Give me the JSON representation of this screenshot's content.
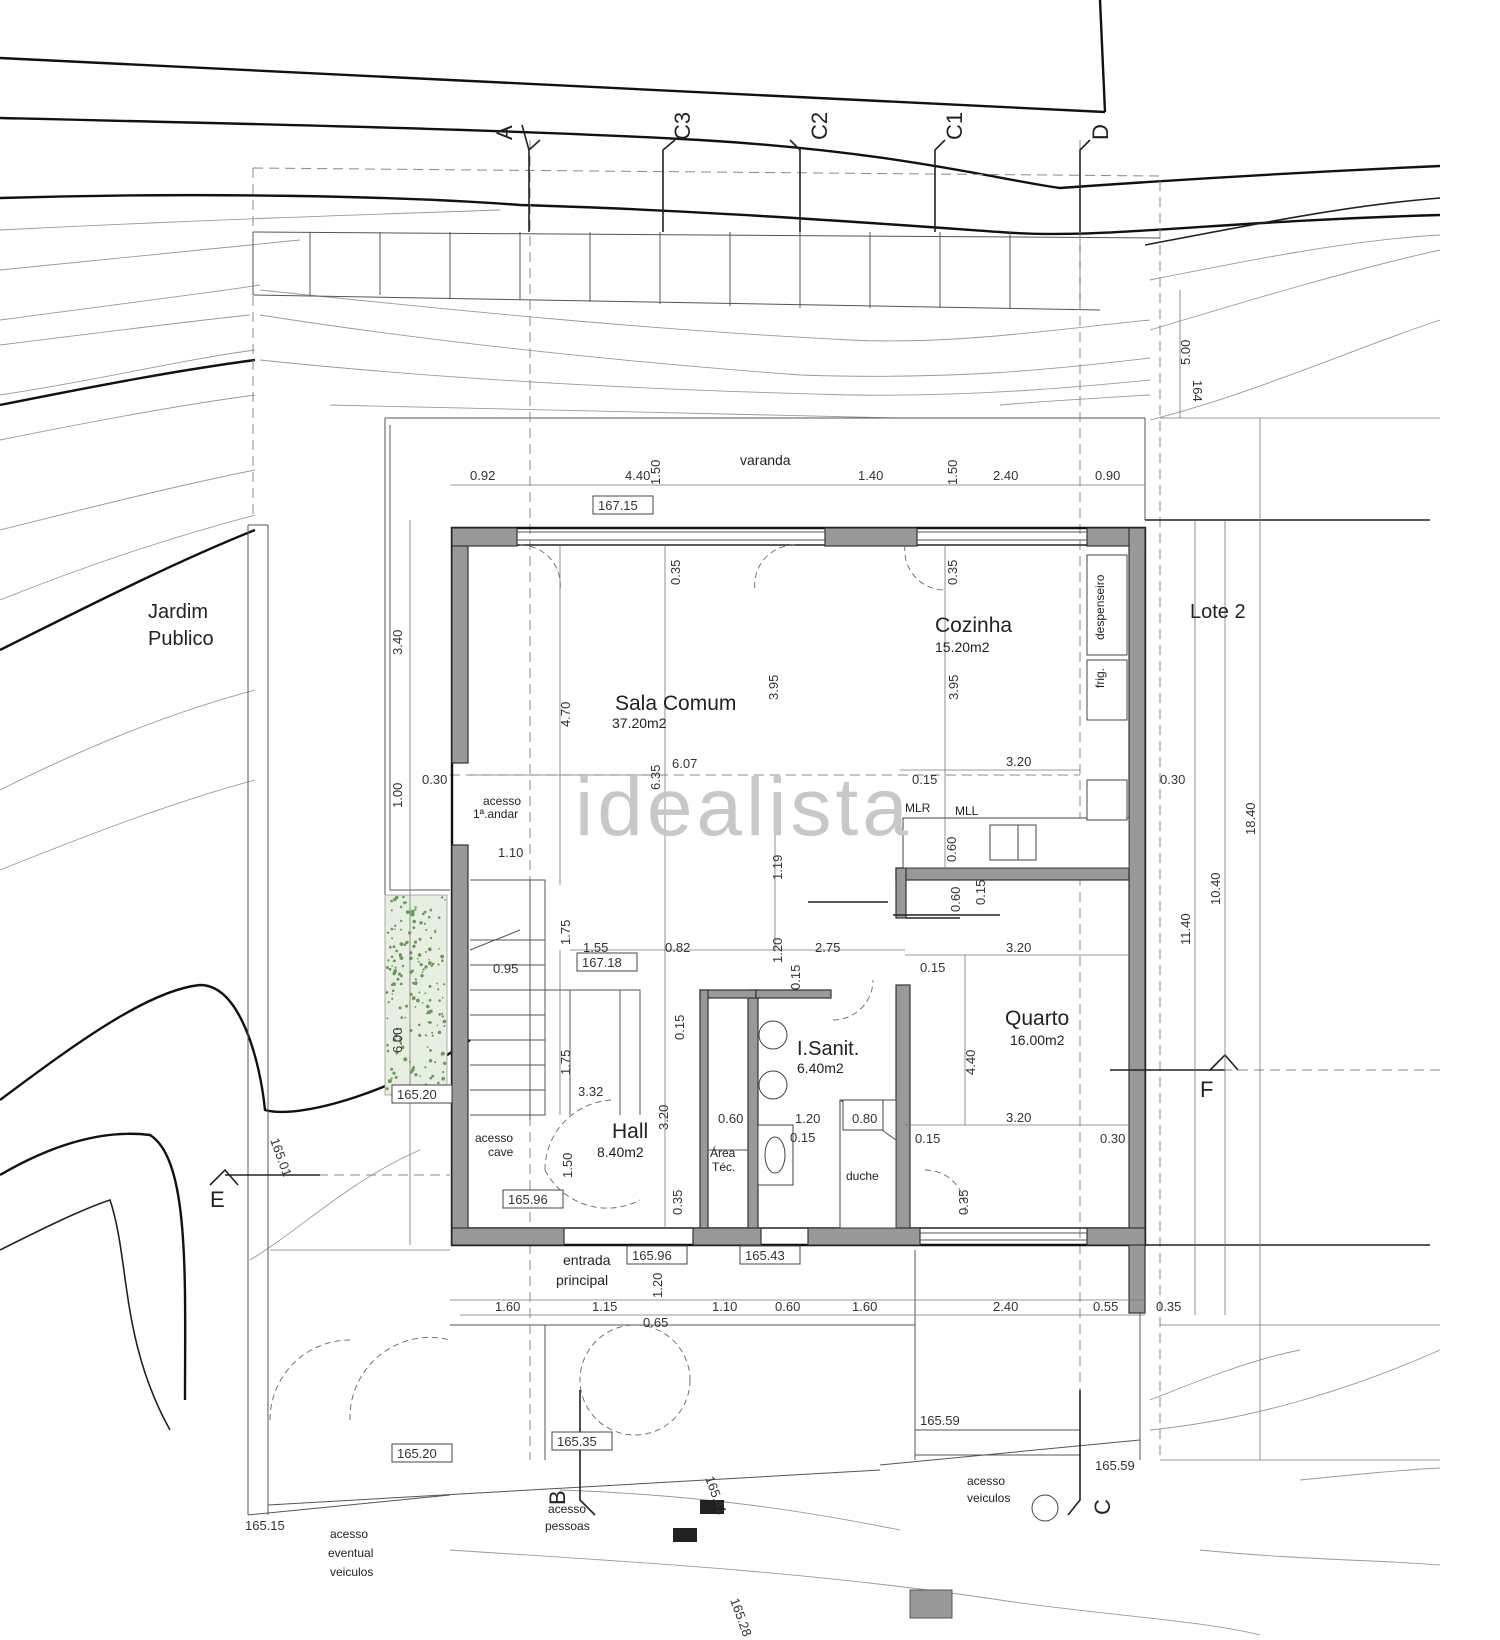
{
  "watermark": "idealista",
  "rooms": {
    "sala": {
      "name": "Sala Comum",
      "area": "37.20m2"
    },
    "cozinha": {
      "name": "Cozinha",
      "area": "15.20m2"
    },
    "quarto": {
      "name": "Quarto",
      "area": "16.00m2"
    },
    "isanit": {
      "name": "I.Sanit.",
      "area": "6.40m2"
    },
    "hall": {
      "name": "Hall",
      "area": "8.40m2"
    }
  },
  "labels": {
    "jardim_1": "Jardim",
    "jardim_2": "Publico",
    "lote": "Lote 2",
    "varanda": "varanda",
    "despenseiro": "despenseiro",
    "frig": "frig.",
    "mlr": "MLR",
    "mll": "MLL",
    "acesso_andar_1": "acesso",
    "acesso_andar_2": "1ª.andar",
    "acesso_cave_1": "acesso",
    "acesso_cave_2": "cave",
    "area_tec_1": "Área",
    "area_tec_2": "Téc.",
    "duche": "duche",
    "entrada_1": "entrada",
    "entrada_2": "principal",
    "acesso_veiculos_1": "acesso",
    "acesso_veiculos_2": "veiculos",
    "acesso_pessoas_1": "acesso",
    "acesso_pessoas_2": "pessoas",
    "acesso_eventual_1": "acesso",
    "acesso_eventual_2": "eventual",
    "acesso_eventual_3": "veiculos"
  },
  "sections": {
    "a": "A",
    "c3": "C3",
    "c2": "C2",
    "c1": "C1",
    "d": "D",
    "e": "E",
    "f": "F",
    "b": "B",
    "c": "C"
  },
  "levels": {
    "l1": "167.15",
    "l2": "167.18",
    "l3": "165.96",
    "l4": "165.96",
    "l5": "165.43",
    "l6": "165.20",
    "l7": "165.20",
    "l8": "165.35",
    "l9": "165.59",
    "l10": "165.59",
    "l11": "165.15",
    "l12": "165.01",
    "l13": "165.41",
    "l14": "165.28",
    "l15": "164"
  },
  "dims": {
    "d092": "0.92",
    "d440": "4.40",
    "d150a": "1.50",
    "d140": "1.40",
    "d150b": "1.50",
    "d240a": "2.40",
    "d090": "0.90",
    "d035a": "0.35",
    "d035b": "0.35",
    "d340": "3.40",
    "d470": "4.70",
    "d395a": "3.95",
    "d395b": "3.95",
    "d635": "6.35",
    "d607": "6.07",
    "d015a": "0.15",
    "d320a": "3.20",
    "d030a": "0.30",
    "d100": "1.00",
    "d110a": "1.10",
    "d119": "1.19",
    "d060a": "0.60",
    "d015b": "0.15",
    "d060b": "0.60",
    "d175a": "1.75",
    "d155": "1.55",
    "d082": "0.82",
    "d120a": "1.20",
    "d275": "2.75",
    "d320b": "3.20",
    "d095": "0.95",
    "d015c": "0.15",
    "d015d": "0.15",
    "d015e": "0.15",
    "d600": "6.00",
    "d175b": "1.75",
    "d332": "3.32",
    "d440b": "4.40",
    "d060c": "0.60",
    "d120b": "1.20",
    "d080": "0.80",
    "d320c": "3.20",
    "d015f": "0.15",
    "d030b": "0.30",
    "d320d": "3.20",
    "d015g": "0.15",
    "d150c": "1.50",
    "d035c": "0.35",
    "d035d": "0.35",
    "d120c": "1.20",
    "d160a": "1.60",
    "d115": "1.15",
    "d065": "0.65",
    "d110b": "1.10",
    "d060d": "0.60",
    "d160b": "1.60",
    "d240b": "2.40",
    "d055": "0.55",
    "d035e": "0.35",
    "d030c": "0.30",
    "d500": "5.00",
    "d1840": "18.40",
    "d1040": "10.40",
    "d1140": "11.40"
  }
}
